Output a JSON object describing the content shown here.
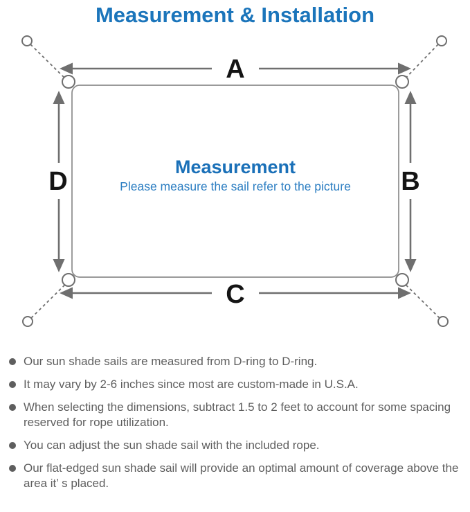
{
  "title": "Measurement & Installation",
  "diagram": {
    "side_labels": {
      "top": "A",
      "right": "B",
      "bottom": "C",
      "left": "D"
    },
    "center_heading": "Measurement",
    "center_subtitle": "Please measure the sail refer to the picture"
  },
  "notes": [
    "Our sun shade sails are measured from D-ring to D-ring.",
    "It may vary by 2-6 inches since most are custom-made in U.S.A.",
    "When selecting the dimensions, subtract 1.5 to 2 feet to account for some spacing reserved for rope utilization.",
    "You can adjust the sun shade sail with the included rope.",
    "Our flat-edged sun shade sail will provide an optimal amount of coverage above the area it’ s placed."
  ],
  "colors": {
    "title_blue": "#1b75bb",
    "center_heading_blue": "#1a70b8",
    "center_subtitle_blue": "#2c7ec2",
    "line_gray": "#6f6f6f",
    "sail_outline_gray": "#8c8c8c",
    "note_text_gray": "#5e5e5e",
    "dim_label_black": "#141414"
  }
}
